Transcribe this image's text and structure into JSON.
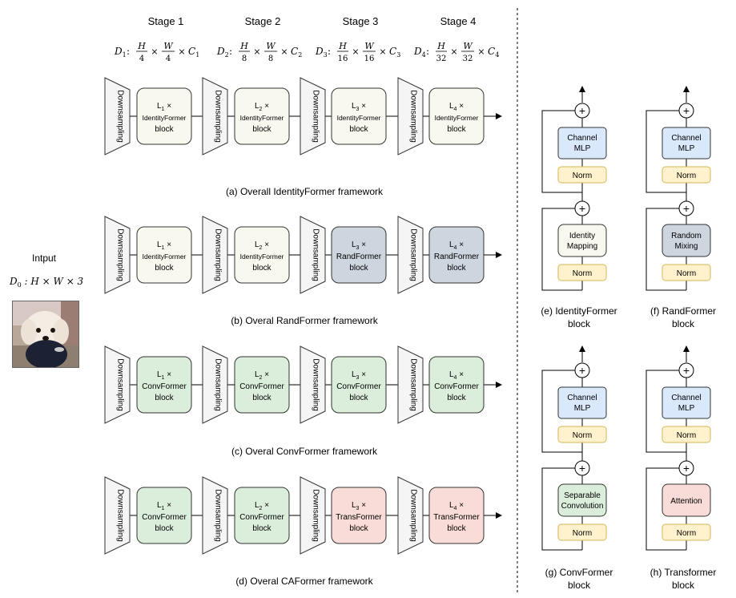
{
  "stage_labels": [
    "Stage 1",
    "Stage 2",
    "Stage 3",
    "Stage 4"
  ],
  "dims": [
    {
      "d": "D",
      "sub": "1",
      "den": "4",
      "c": "C",
      "csub": "1"
    },
    {
      "d": "D",
      "sub": "2",
      "den": "8",
      "c": "C",
      "csub": "2"
    },
    {
      "d": "D",
      "sub": "3",
      "den": "16",
      "c": "C",
      "csub": "3"
    },
    {
      "d": "D",
      "sub": "4",
      "den": "32",
      "c": "C",
      "csub": "4"
    }
  ],
  "downsampling_label": "Downsampling",
  "input": {
    "label": "Intput",
    "dim": {
      "d": "D",
      "sub": "0",
      "rest": ": H × W × 3"
    }
  },
  "frameworks": [
    {
      "caption": "(a) Overall IdentityFormer framework",
      "blocks": [
        {
          "L": "L",
          "sub": "1",
          "name": "IdentityFormer",
          "word": "block",
          "style": "identity"
        },
        {
          "L": "L",
          "sub": "2",
          "name": "IdentityFormer",
          "word": "block",
          "style": "identity"
        },
        {
          "L": "L",
          "sub": "3",
          "name": "IdentityFormer",
          "word": "block",
          "style": "identity"
        },
        {
          "L": "L",
          "sub": "4",
          "name": "IdentityFormer",
          "word": "block",
          "style": "identity"
        }
      ]
    },
    {
      "caption": "(b) Overal RandFormer framework",
      "blocks": [
        {
          "L": "L",
          "sub": "1",
          "name": "IdentityFormer",
          "word": "block",
          "style": "identity"
        },
        {
          "L": "L",
          "sub": "2",
          "name": "IdentityFormer",
          "word": "block",
          "style": "identity"
        },
        {
          "L": "L",
          "sub": "3",
          "name": "RandFormer",
          "word": "block",
          "style": "rand"
        },
        {
          "L": "L",
          "sub": "4",
          "name": "RandFormer",
          "word": "block",
          "style": "rand"
        }
      ]
    },
    {
      "caption": "(c) Overal ConvFormer framework",
      "blocks": [
        {
          "L": "L",
          "sub": "1",
          "name": "ConvFormer",
          "word": "block",
          "style": "conv"
        },
        {
          "L": "L",
          "sub": "2",
          "name": "ConvFormer",
          "word": "block",
          "style": "conv"
        },
        {
          "L": "L",
          "sub": "3",
          "name": "ConvFormer",
          "word": "block",
          "style": "conv"
        },
        {
          "L": "L",
          "sub": "4",
          "name": "ConvFormer",
          "word": "block",
          "style": "conv"
        }
      ]
    },
    {
      "caption": "(d) Overal CAFormer framework",
      "blocks": [
        {
          "L": "L",
          "sub": "1",
          "name": "ConvFormer",
          "word": "block",
          "style": "conv"
        },
        {
          "L": "L",
          "sub": "2",
          "name": "ConvFormer",
          "word": "block",
          "style": "conv"
        },
        {
          "L": "L",
          "sub": "3",
          "name": "TransFormer",
          "word": "block",
          "style": "trans"
        },
        {
          "L": "L",
          "sub": "4",
          "name": "TransFormer",
          "word": "block",
          "style": "trans"
        }
      ]
    }
  ],
  "detail_blocks": [
    {
      "mixer": [
        "Identity",
        "Mapping"
      ],
      "mixer_style": "identity",
      "caption": [
        "(e) IdentityFormer",
        "block"
      ]
    },
    {
      "mixer": [
        "Random",
        "Mixing"
      ],
      "mixer_style": "rand",
      "caption": [
        "(f) RandFormer",
        "block"
      ]
    },
    {
      "mixer": [
        "Separable",
        "Convolution"
      ],
      "mixer_style": "conv",
      "caption": [
        "(g) ConvFormer",
        "block"
      ]
    },
    {
      "mixer": [
        "Attention"
      ],
      "mixer_style": "trans",
      "caption": [
        "(h) Transformer",
        "block"
      ]
    }
  ],
  "channel_mlp": [
    "Channel",
    "MLP"
  ],
  "norm_label": "Norm",
  "plus_symbol": "+",
  "times_symbol": "×",
  "colors": {
    "identity_fill": "#f9f8ef",
    "rand_fill": "#cdd5df",
    "conv_fill": "#dbeedc",
    "trans_fill": "#f9dcd7",
    "mlp_fill": "#dae8fc",
    "norm_fill": "#fff2cc",
    "norm_stroke": "#d6b656",
    "down_fill": "#f5f5f5",
    "stroke": "#333333"
  }
}
